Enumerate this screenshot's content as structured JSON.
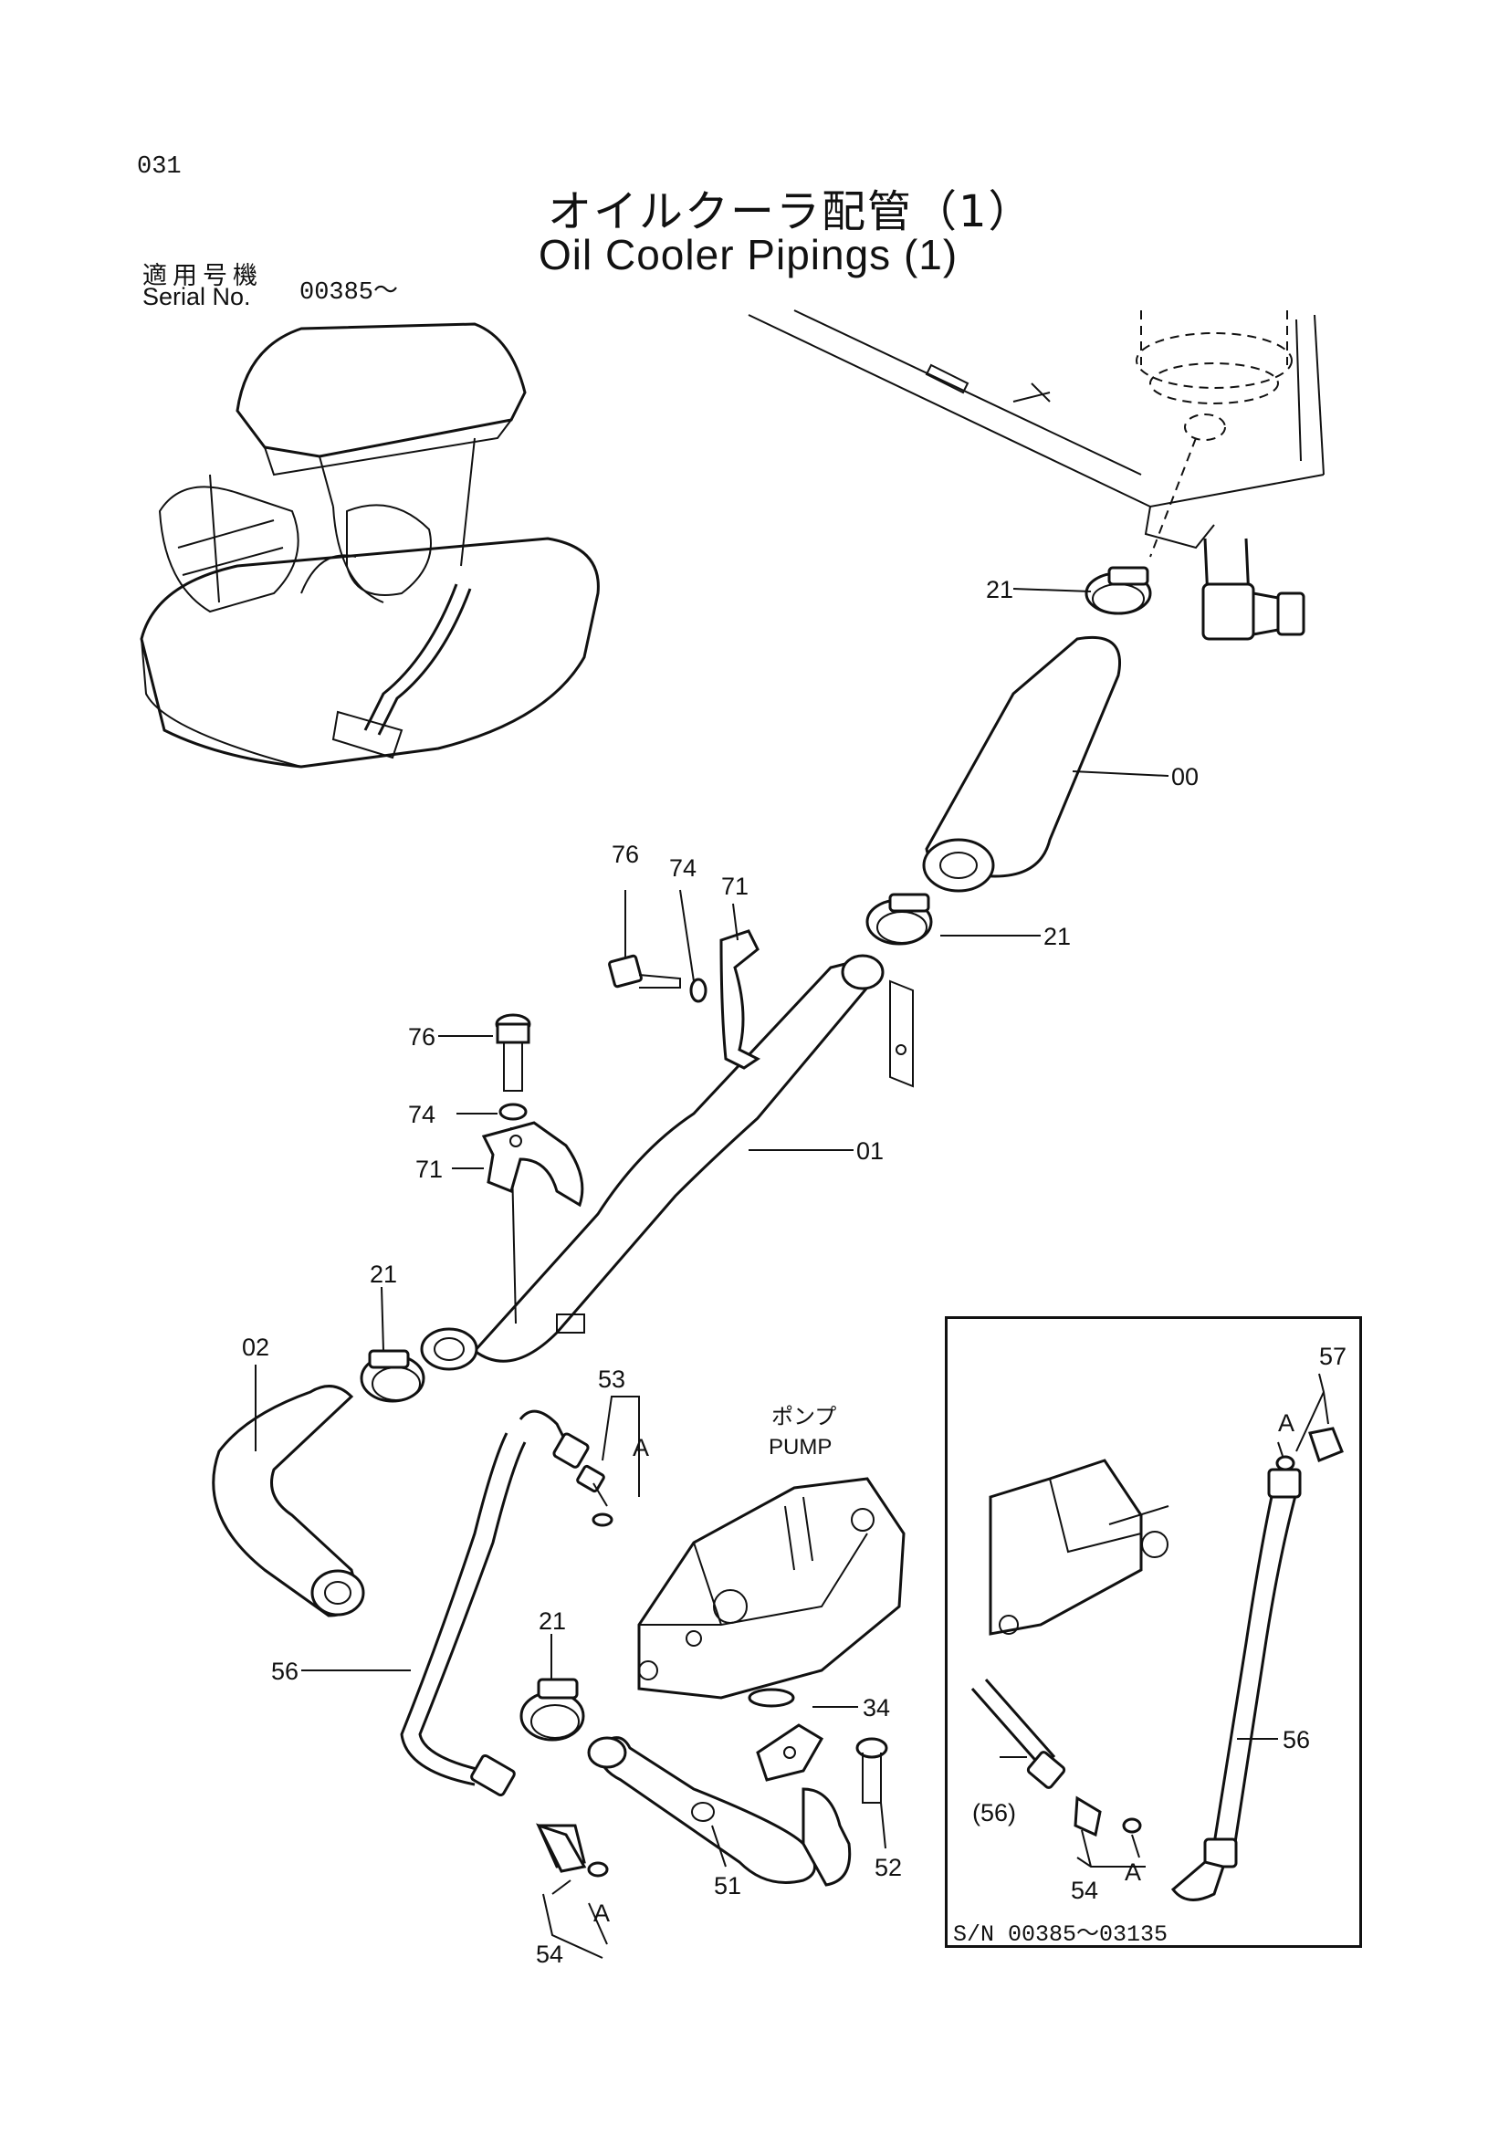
{
  "page_number": "031",
  "title_ja": "オイルクーラ配管（1）",
  "title_en": "Oil Cooler Pipings (1)",
  "serial_label_ja": "適用号機",
  "serial_label_en": "Serial No.",
  "serial_value": "00385～",
  "inset_serial": "S/N 00385～03135",
  "pump_label_ja": "ポンプ",
  "pump_label_en": "PUMP",
  "part_labels": {
    "p00": "00",
    "p01": "01",
    "p02": "02",
    "p21a": "21",
    "p21b": "21",
    "p21c": "21",
    "p21d": "21",
    "p34": "34",
    "p51": "51",
    "p52": "52",
    "p53": "53",
    "p54a": "54",
    "p54b": "54",
    "p56a": "56",
    "p56b": "56",
    "p56c": "(56)",
    "p57": "57",
    "p71a": "71",
    "p71b": "71",
    "p74a": "74",
    "p74b": "74",
    "p76a": "76",
    "p76b": "76",
    "refA1": "A",
    "refA2": "A",
    "refA3": "A",
    "refA4": "A"
  }
}
